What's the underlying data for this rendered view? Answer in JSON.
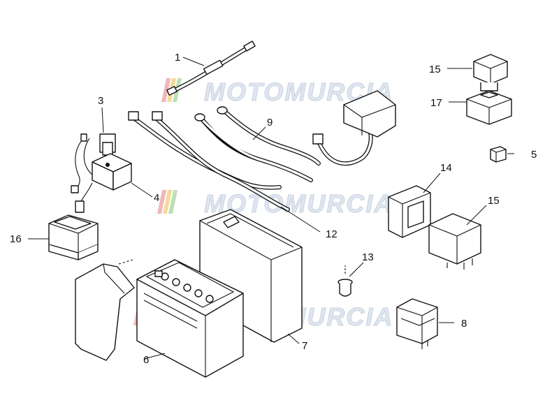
{
  "watermark": {
    "text": "MOTOMURCIA",
    "stripe_colors": [
      "#f0b7b7",
      "#f3d99b",
      "#bfe0b5",
      "#b8cbe8"
    ]
  },
  "callouts": {
    "c1": "1",
    "c3": "3",
    "c4": "4",
    "c5": "5",
    "c6": "6",
    "c7": "7",
    "c8": "8",
    "c9": "9",
    "c12": "12",
    "c13": "13",
    "c14": "14",
    "c15a": "15",
    "c15b": "15",
    "c16": "16",
    "c17": "17"
  }
}
